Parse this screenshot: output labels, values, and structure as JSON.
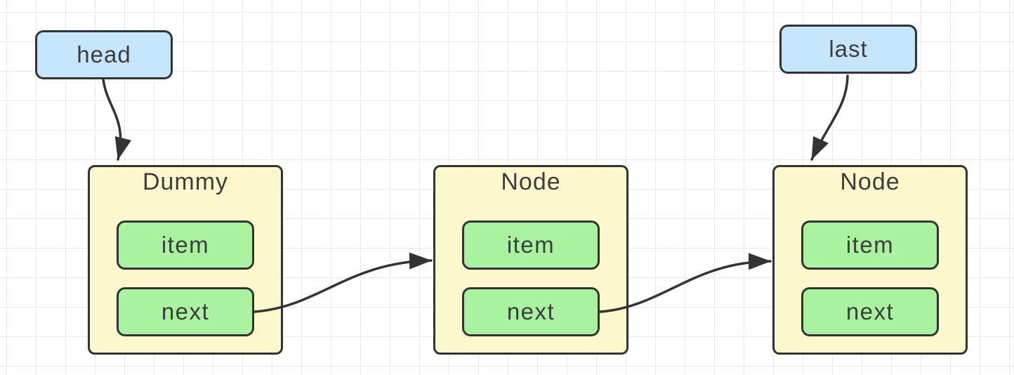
{
  "diagram": {
    "type": "linked-list",
    "pointers": [
      {
        "id": "head",
        "label": "head"
      },
      {
        "id": "last",
        "label": "last"
      }
    ],
    "nodes": [
      {
        "id": "node1",
        "title": "Dummy",
        "fields": [
          "item",
          "next"
        ]
      },
      {
        "id": "node2",
        "title": "Node",
        "fields": [
          "item",
          "next"
        ]
      },
      {
        "id": "node3",
        "title": "Node",
        "fields": [
          "item",
          "next"
        ]
      }
    ],
    "edges": [
      {
        "from": "head",
        "to": "node1"
      },
      {
        "from": "last",
        "to": "node3"
      },
      {
        "from": "node1.next",
        "to": "node2"
      },
      {
        "from": "node2.next",
        "to": "node3"
      }
    ],
    "colors": {
      "pointer_fill": "#c5e6fa",
      "node_fill": "#fcf8cc",
      "field_fill": "#a9f2a0",
      "stroke": "#333333",
      "arrow": "#333333",
      "text": "#3d3d3d",
      "grid_line": "#e8e8e8",
      "background": "#ffffff"
    }
  }
}
